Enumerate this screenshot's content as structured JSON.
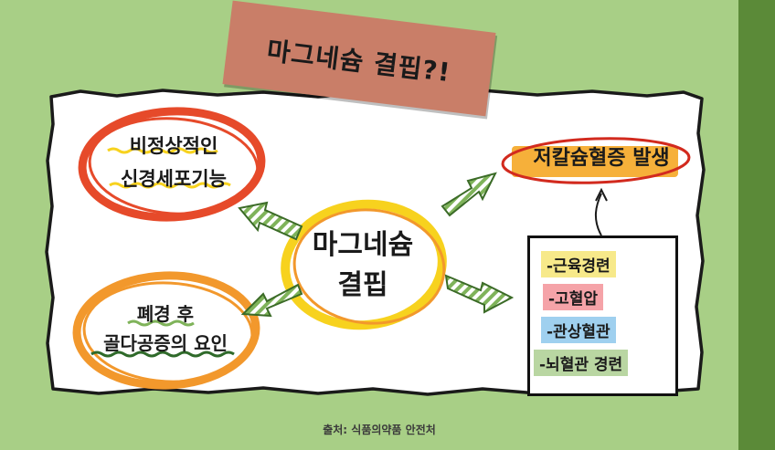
{
  "title": "마그네슘 결핍?!",
  "center": {
    "line1": "마그네슘",
    "line2": "결핍"
  },
  "top_left": {
    "line1": "비정상적인",
    "line2": "신경세포기능"
  },
  "bottom_left": {
    "line1": "폐경 후",
    "line2": "골다공증의 요인"
  },
  "top_right": {
    "label": "저칼슘혈증 발생"
  },
  "symptoms": [
    "-근육경련",
    "-고혈압",
    "-관상혈관",
    "-뇌혈관 경련"
  ],
  "source": "출처: 식품의약품 안전처",
  "colors": {
    "background": "#a8cf86",
    "right_bar": "#5b8a38",
    "banner": "#c97e68",
    "circle_red": "#e64a2a",
    "circle_orange": "#f2982c",
    "circle_yellow": "#f7d21e",
    "arrow": "#7fb35a"
  },
  "icons": [
    "striped-arrow-icon",
    "thin-arrow-up-icon"
  ]
}
